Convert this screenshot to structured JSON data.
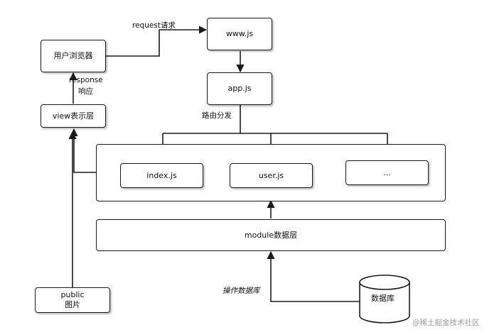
{
  "nodes": {
    "browser": "用户浏览器",
    "www": "www.js",
    "app": "app.js",
    "view": "view表示层",
    "index": "index.js",
    "user": "user.js",
    "more": "...",
    "module": "module数据层",
    "public_line1": "public",
    "public_line2": "图片",
    "database": "数据库"
  },
  "edge_labels": {
    "request": "request请求",
    "response_line1": "response",
    "response_line2": "响应",
    "routing": "路由分发",
    "operate_db": "操作数据库"
  },
  "watermark": "@稀土掘金技术社区",
  "colors": {
    "stroke": "#1a1a1a",
    "background": "#ffffff"
  }
}
